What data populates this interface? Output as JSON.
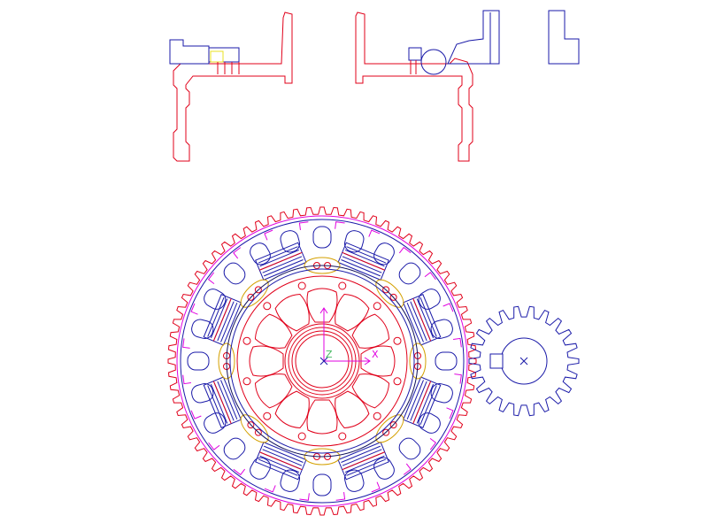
{
  "drawing": {
    "background": "#ffffff",
    "colors": {
      "red": "#e0001a",
      "blue": "#1a1aa8",
      "magenta": "#e000e0",
      "dark": "#10105a",
      "green": "#44b860",
      "yellow": "#e8e020",
      "orange": "#d4a000"
    },
    "ring_gear": {
      "tooth_count": 72
    },
    "pinion_gear": {
      "tooth_count": 22
    },
    "hub_spokes": {
      "count": 12
    },
    "bolt_holes": {
      "count": 12
    },
    "cage_windows": {
      "count": 8
    },
    "ucs_icon": {
      "x_label": "X",
      "z_label": "Z"
    }
  }
}
